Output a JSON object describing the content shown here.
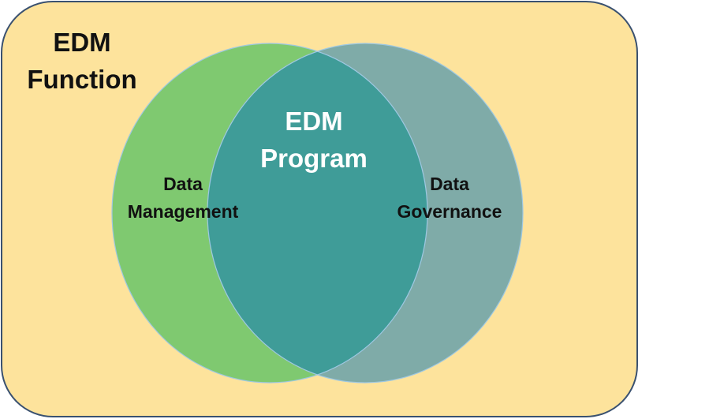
{
  "colors": {
    "frame_fill": "#FDE39C",
    "frame_stroke": "#3A5170",
    "left_circle_fill": "#7FC970",
    "right_circle_fill": "#7FABA8",
    "overlap_fill": "#3F9C98",
    "circle_stroke": "#9EC8E2",
    "dark_text": "#111111",
    "light_text": "#FFFFFF"
  },
  "outer": {
    "title_line1": "EDM",
    "title_line2": "Function"
  },
  "left_circle": {
    "line1": "Data",
    "line2": "Management"
  },
  "right_circle": {
    "line1": "Data",
    "line2": "Governance"
  },
  "overlap": {
    "line1": "EDM",
    "line2": "Program"
  }
}
